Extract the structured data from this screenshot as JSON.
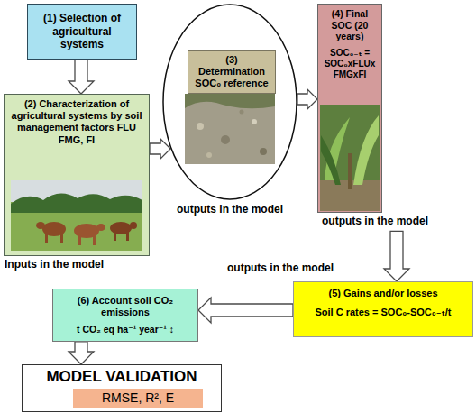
{
  "diagram": {
    "nodes": [
      {
        "text": [
          "(1) Selection of agricultural systems"
        ]
      },
      {
        "text": [
          "(2) Characterization of agricultural systems by soil management factors FLU FMG, FI",
          "Inputs in the model"
        ]
      },
      {
        "text": [
          "outputs in the model"
        ]
      },
      {
        "text": [
          "(3) Determination SOC₀ reference"
        ],
        "in": 2
      },
      {
        "text": [
          "(4) Final SOC (20 years)",
          "SOC₀₋ₜ = SOC₀xFLUx FMGxFI",
          "outputs in the model"
        ]
      },
      {
        "text": [
          "(5) Gains and/or losses",
          "Soil C rates = SOC₀-SOC₀₋ₜ/t"
        ]
      },
      {
        "text": [
          "(6) Account soil CO₂ emissions",
          "t CO₂ eq ha⁻¹ year⁻¹ ↕"
        ]
      },
      {
        "text": [
          "MODEL VALIDATION",
          "RMSE, R², E"
        ]
      }
    ],
    "edges": [
      {
        "from": 0,
        "to": 1,
        "arrow": "to"
      },
      {
        "from": 1,
        "to": 2,
        "arrow": "to"
      },
      {
        "from": 2,
        "to": 4,
        "arrow": "to"
      },
      {
        "from": 4,
        "to": 5,
        "arrow": "to"
      },
      {
        "from": 5,
        "to": 6,
        "arrow": "to"
      },
      {
        "from": 6,
        "to": 7,
        "arrow": "to"
      }
    ],
    "labels": [
      "outputs in the model"
    ]
  }
}
